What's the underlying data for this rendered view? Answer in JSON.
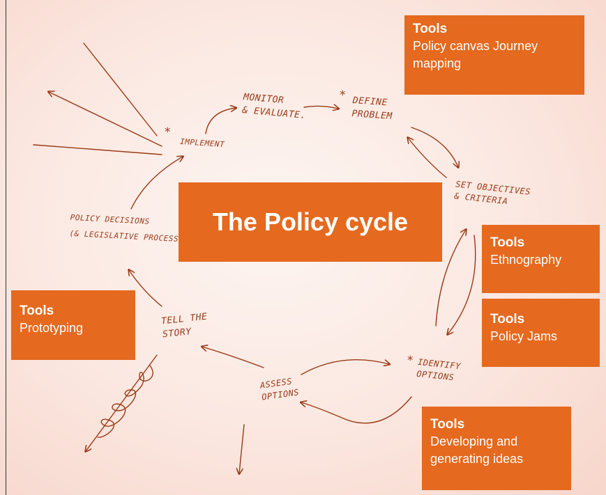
{
  "title": "The Policy cycle",
  "stages": {
    "monitor": [
      "MONITOR",
      "& EVALUATE."
    ],
    "define": [
      "DEFINE",
      "PROBLEM"
    ],
    "implement": "IMPLEMENT",
    "objectives": [
      "SET OBJECTIVES",
      "& CRITERIA"
    ],
    "decisions": [
      "POLICY DECISIONS",
      "(& LEGISLATIVE PROCESS)"
    ],
    "story": [
      "TELL THE",
      "STORY"
    ],
    "assess": [
      "ASSESS",
      "OPTIONS"
    ],
    "identify": [
      "IDENTIFY",
      "OPTIONS"
    ]
  },
  "star": "*",
  "tools": [
    {
      "heading": "Tools",
      "body": [
        "Policy canvas Journey",
        "mapping"
      ]
    },
    {
      "heading": "Tools",
      "body": [
        "Ethnography"
      ]
    },
    {
      "heading": "Tools",
      "body": [
        "Policy Jams"
      ]
    },
    {
      "heading": "Tools",
      "body": [
        "Prototyping"
      ]
    },
    {
      "heading": "Tools",
      "body": [
        "Developing and",
        "generating ideas"
      ]
    }
  ],
  "colors": {
    "accent": "#e5691e",
    "ink": "#9a3a16",
    "background": "#fbe7e0"
  }
}
